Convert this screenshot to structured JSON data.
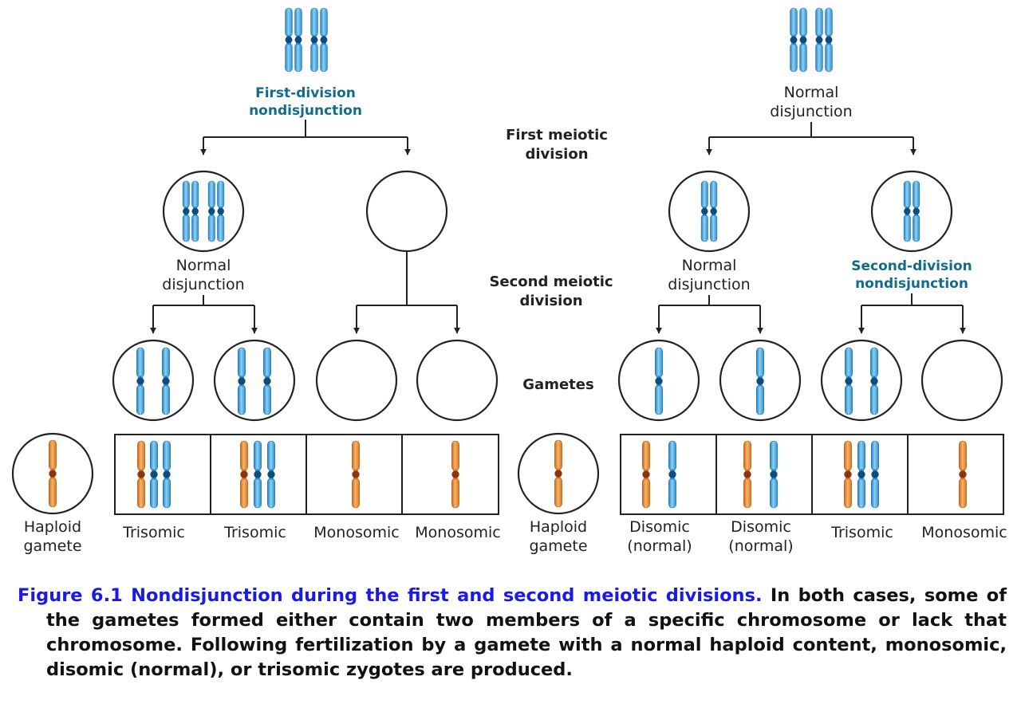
{
  "labels": {
    "first_div_nondisj_1": "First-division",
    "first_div_nondisj_2": "nondisjunction",
    "normal_disj_1": "Normal",
    "normal_disj_2": "disjunction",
    "first_meiotic_1": "First meiotic",
    "first_meiotic_2": "division",
    "second_meiotic_1": "Second meiotic",
    "second_meiotic_2": "division",
    "second_div_nondisj_1": "Second-division",
    "second_div_nondisj_2": "nondisjunction",
    "gametes": "Gametes",
    "haploid_1": "Haploid",
    "haploid_2": "gamete",
    "trisomic": "Trisomic",
    "monosomic": "Monosomic",
    "disomic_1": "Disomic",
    "disomic_2": "(normal)"
  },
  "colors": {
    "blue_chromosome": "#3fa3dc",
    "orange_chromosome": "#e8872a",
    "teal_label": "#126b8a",
    "caption_title": "#1a1ae6"
  },
  "caption": {
    "title": "Figure 6.1 Nondisjunction during the first and second meiotic divisions.",
    "body": "In both cases, some of the gametes formed either contain two members of a specific chromosome or lack that chromosome. Following fertilization by a gamete with a normal haploid content, monosomic, disomic (normal), or trisomic zygotes are produced."
  }
}
